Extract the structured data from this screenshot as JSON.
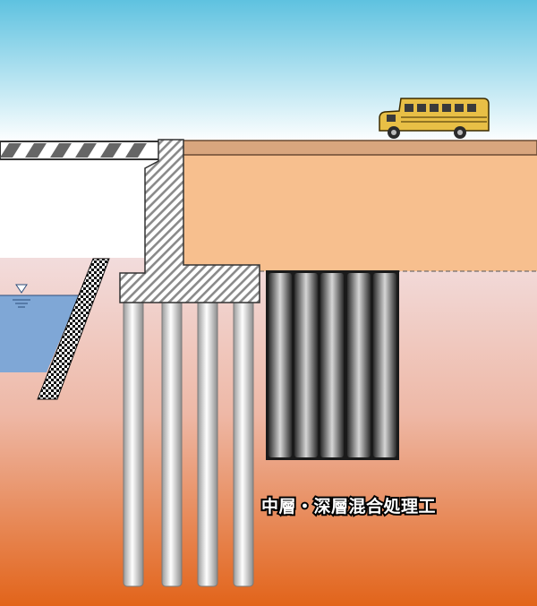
{
  "diagram": {
    "label": "中層・深層混合処理工",
    "pile_count": 4,
    "improvement_column_count": 5,
    "colors": {
      "sky_top": "#5ec2e0",
      "sky_bottom": "#ffffff",
      "backfill": "#f7bf8e",
      "clay_top": "#f2dcdc",
      "clay_bottom": "#e26a1e",
      "water": "#7fa7d6",
      "concrete_hatch": "#8a8a8a",
      "bus": "#e8bf46"
    },
    "icons": [
      "water-level-icon",
      "school-bus-icon"
    ]
  }
}
